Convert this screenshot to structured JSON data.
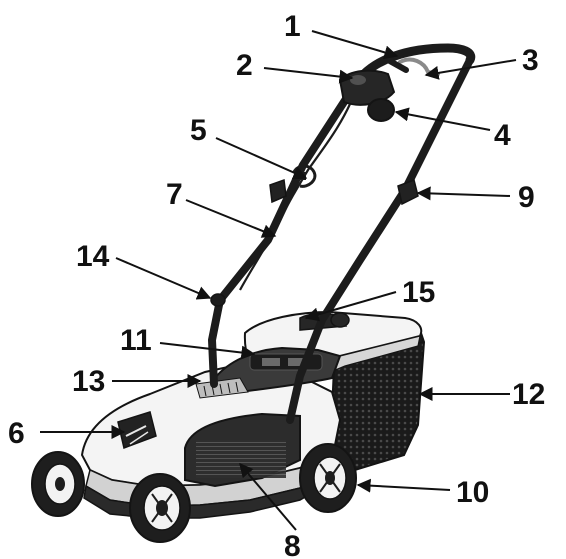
{
  "colors": {
    "deck_white": "#f4f4f4",
    "deck_shadow": "#d2d2d2",
    "outline": "#141414",
    "dark_plastic": "#2a2a2a",
    "tire": "#1e1e1e",
    "handle": "#1c1c1c",
    "label_text": "#111111"
  },
  "icons": {
    "brand_badge": "brand-logo-icon",
    "arrow": "arrow-line-icon"
  },
  "callouts": [
    {
      "id": "1",
      "label": "1"
    },
    {
      "id": "2",
      "label": "2"
    },
    {
      "id": "3",
      "label": "3"
    },
    {
      "id": "4",
      "label": "4"
    },
    {
      "id": "5",
      "label": "5"
    },
    {
      "id": "6",
      "label": "6"
    },
    {
      "id": "7",
      "label": "7"
    },
    {
      "id": "8",
      "label": "8"
    },
    {
      "id": "9",
      "label": "9"
    },
    {
      "id": "10",
      "label": "10"
    },
    {
      "id": "11",
      "label": "11"
    },
    {
      "id": "12",
      "label": "12"
    },
    {
      "id": "13",
      "label": "13"
    },
    {
      "id": "14",
      "label": "14"
    },
    {
      "id": "15",
      "label": "15"
    }
  ]
}
